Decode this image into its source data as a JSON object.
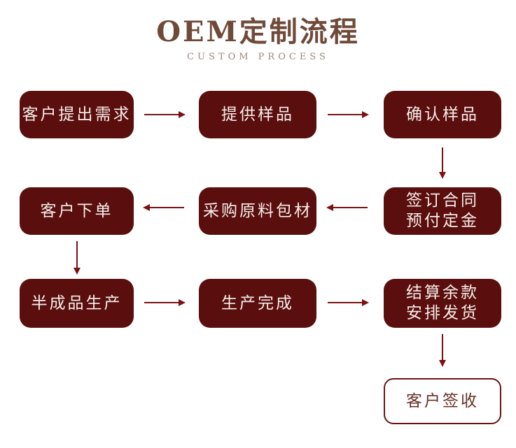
{
  "header": {
    "title": "OEM定制流程",
    "subtitle": "CUSTOM PROCESS"
  },
  "colors": {
    "title": "#6f4a39",
    "subtitle": "#9b8b81",
    "box_fill": "#5a0e0e",
    "box_text": "#f6efe9",
    "arrow": "#7b1113",
    "outline_border": "#6b1414",
    "outline_text": "#693028"
  },
  "flow": {
    "nodes": [
      {
        "id": "customer-request",
        "style": "filled",
        "lines": [
          "客户提出需求"
        ]
      },
      {
        "id": "provide-sample",
        "style": "filled",
        "lines": [
          "提供样品"
        ]
      },
      {
        "id": "confirm-sample",
        "style": "filled",
        "lines": [
          "确认样品"
        ]
      },
      {
        "id": "sign-contract-deposit",
        "style": "filled",
        "lines": [
          "签订合同",
          "预付定金"
        ]
      },
      {
        "id": "purchase-materials",
        "style": "filled",
        "lines": [
          "采购原料包材"
        ]
      },
      {
        "id": "customer-order",
        "style": "filled",
        "lines": [
          "客户下单"
        ]
      },
      {
        "id": "semi-finished-production",
        "style": "filled",
        "lines": [
          "半成品生产"
        ]
      },
      {
        "id": "production-complete",
        "style": "filled",
        "lines": [
          "生产完成"
        ]
      },
      {
        "id": "settle-balance-ship",
        "style": "filled",
        "lines": [
          "结算余款",
          "安排发货"
        ]
      },
      {
        "id": "customer-receipt",
        "style": "outlined",
        "lines": [
          "客户签收"
        ]
      }
    ],
    "connections": [
      "customer-request→provide-sample",
      "provide-sample→confirm-sample",
      "confirm-sample→sign-contract-deposit",
      "sign-contract-deposit→purchase-materials",
      "purchase-materials→customer-order",
      "customer-order→semi-finished-production",
      "semi-finished-production→production-complete",
      "production-complete→settle-balance-ship",
      "settle-balance-ship→customer-receipt"
    ]
  }
}
